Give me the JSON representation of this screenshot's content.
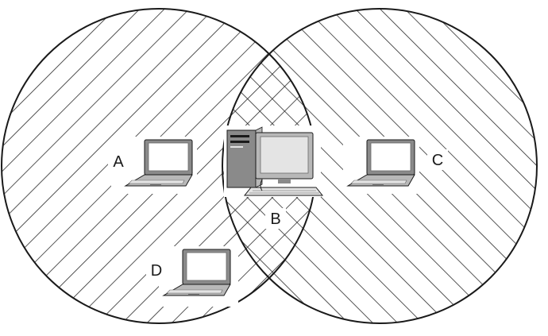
{
  "nodes": {
    "a": {
      "label": "A"
    },
    "b": {
      "label": "B"
    },
    "c": {
      "label": "C"
    },
    "d": {
      "label": "D"
    }
  },
  "colors": {
    "stroke": "#1a1a1a",
    "hatch": "#2a2a2a",
    "device_dark": "#8a8a8a",
    "device_mid": "#b8b8b8",
    "device_light": "#e4e4e4",
    "screen": "#ffffff"
  },
  "icons": {
    "laptop": "laptop-icon",
    "desktop": "desktop-computer-icon"
  }
}
